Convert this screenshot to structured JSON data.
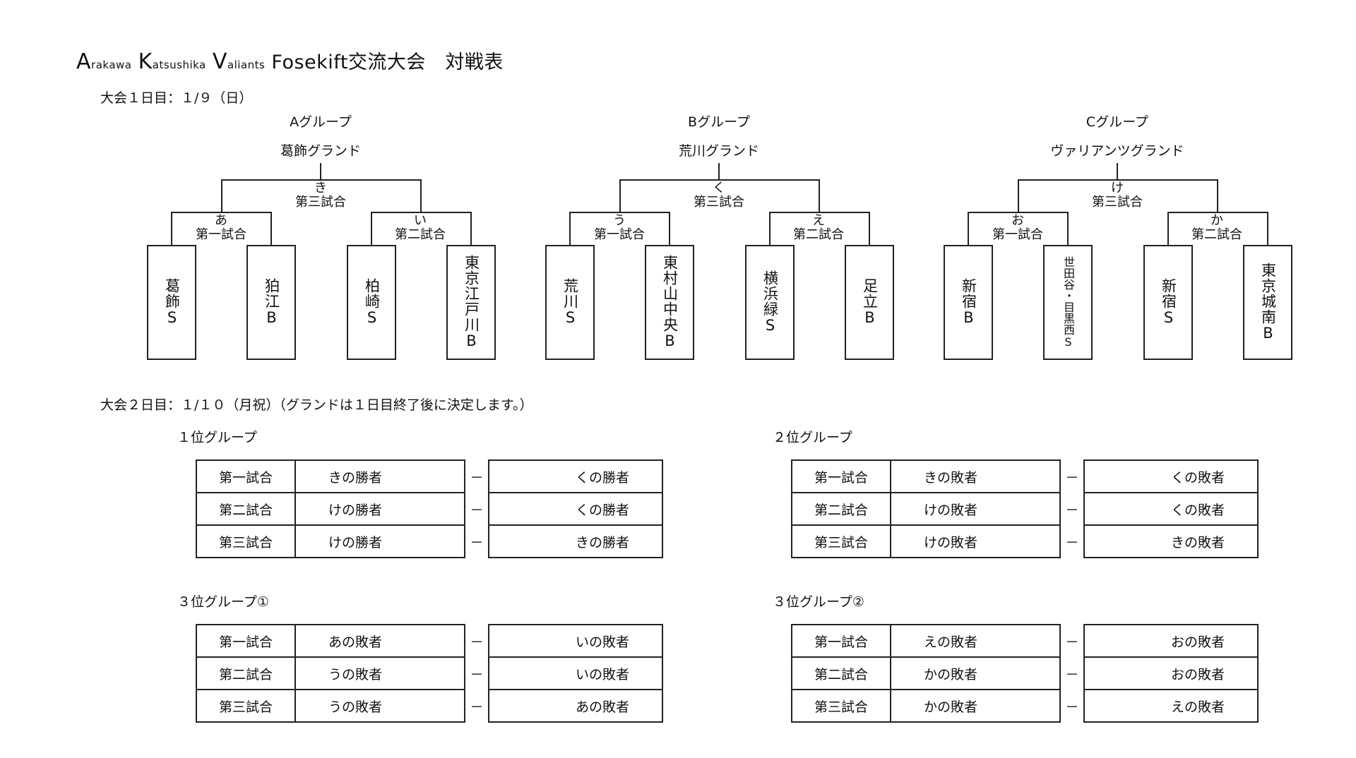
{
  "title": {
    "a": "A",
    "a_rest": "rakawa",
    "k": "K",
    "k_rest": "atsushika",
    "v": "V",
    "v_rest": "aliants",
    "main": "Fosekift交流大会　対戦表"
  },
  "day1": {
    "label": "大会１日目：１/９（日）"
  },
  "groups": [
    {
      "name": "Aグループ",
      "ground": "葛飾グランド",
      "final": {
        "kana": "き",
        "label": "第三試合"
      },
      "left": {
        "kana": "あ",
        "label": "第一試合"
      },
      "right": {
        "kana": "い",
        "label": "第二試合"
      },
      "teams": [
        "葛飾S",
        "狛江B",
        "柏崎S",
        "東京江戸川B"
      ]
    },
    {
      "name": "Bグループ",
      "ground": "荒川グランド",
      "final": {
        "kana": "く",
        "label": "第三試合"
      },
      "left": {
        "kana": "う",
        "label": "第一試合"
      },
      "right": {
        "kana": "え",
        "label": "第二試合"
      },
      "teams": [
        "荒川S",
        "東村山中央B",
        "横浜緑S",
        "足立B"
      ]
    },
    {
      "name": "Cグループ",
      "ground": "ヴァリアンツグランド",
      "final": {
        "kana": "け",
        "label": "第三試合"
      },
      "left": {
        "kana": "お",
        "label": "第一試合"
      },
      "right": {
        "kana": "か",
        "label": "第二試合"
      },
      "teams": [
        "新宿B",
        "世田谷・目黒西S",
        "新宿S",
        "東京城南B"
      ]
    }
  ],
  "day2": {
    "label": "大会２日目：１/１０（月祝）（グランドは１日目終了後に決定します。）"
  },
  "rank_groups": [
    {
      "name": "１位グループ",
      "rows": [
        {
          "no": "第一試合",
          "home": "きの勝者",
          "dash": "－",
          "away": "くの勝者"
        },
        {
          "no": "第二試合",
          "home": "けの勝者",
          "dash": "－",
          "away": "くの勝者"
        },
        {
          "no": "第三試合",
          "home": "けの勝者",
          "dash": "－",
          "away": "きの勝者"
        }
      ]
    },
    {
      "name": "２位グループ",
      "rows": [
        {
          "no": "第一試合",
          "home": "きの敗者",
          "dash": "－",
          "away": "くの敗者"
        },
        {
          "no": "第二試合",
          "home": "けの敗者",
          "dash": "－",
          "away": "くの敗者"
        },
        {
          "no": "第三試合",
          "home": "けの敗者",
          "dash": "－",
          "away": "きの敗者"
        }
      ]
    },
    {
      "name": "３位グループ①",
      "rows": [
        {
          "no": "第一試合",
          "home": "あの敗者",
          "dash": "－",
          "away": "いの敗者"
        },
        {
          "no": "第二試合",
          "home": "うの敗者",
          "dash": "－",
          "away": "いの敗者"
        },
        {
          "no": "第三試合",
          "home": "うの敗者",
          "dash": "－",
          "away": "あの敗者"
        }
      ]
    },
    {
      "name": "３位グループ②",
      "rows": [
        {
          "no": "第一試合",
          "home": "えの敗者",
          "dash": "－",
          "away": "おの敗者"
        },
        {
          "no": "第二試合",
          "home": "かの敗者",
          "dash": "－",
          "away": "おの敗者"
        },
        {
          "no": "第三試合",
          "home": "かの敗者",
          "dash": "－",
          "away": "えの敗者"
        }
      ]
    }
  ]
}
